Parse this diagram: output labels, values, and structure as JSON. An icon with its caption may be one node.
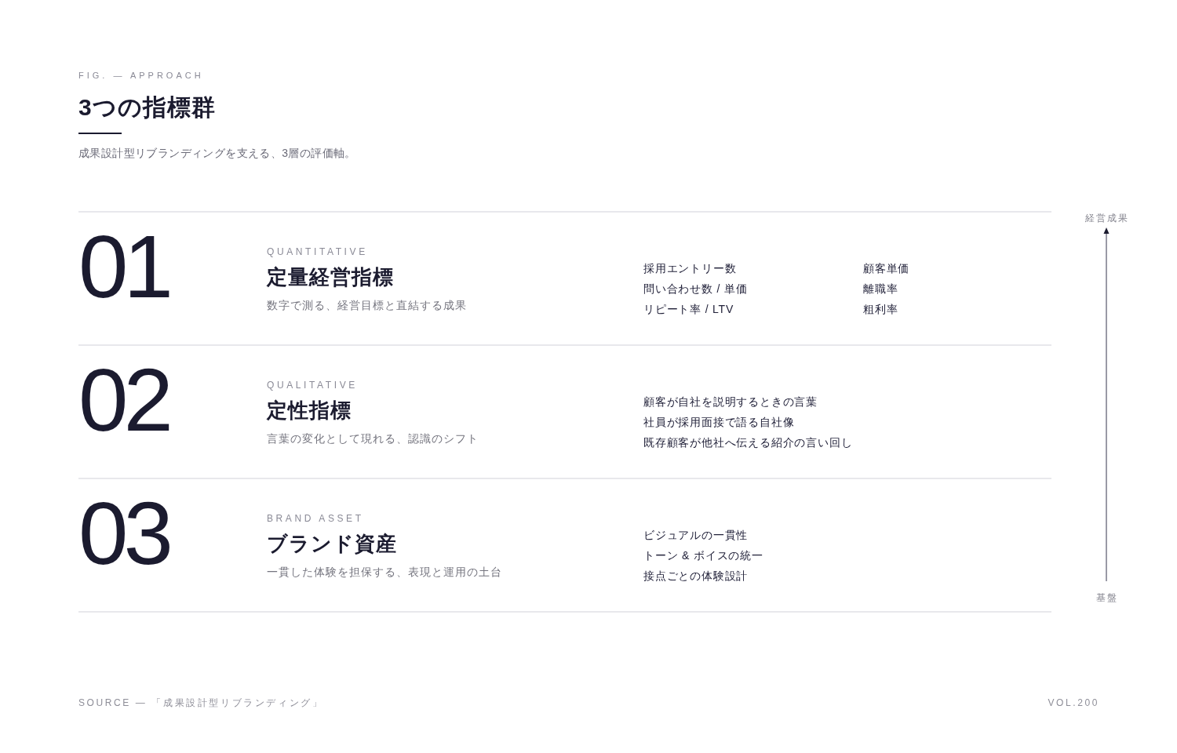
{
  "diagram": {
    "title": "3つの指標群",
    "nodes": [
      {
        "text": [
          "01",
          "QUANTITATIVE",
          "定量経営指標",
          "数字で測る、経営目標と直結する成果",
          "採用エントリー数",
          "顧客単価",
          "問い合わせ数 / 単価",
          "離職率",
          "リピート率 / LTV",
          "粗利率"
        ]
      },
      {
        "text": [
          "02",
          "QUALITATIVE",
          "定性指標",
          "言葉の変化として現れる、認識のシフト",
          "顧客が自社を説明するときの言葉",
          "社員が採用面接で語る自社像",
          "既存顧客が他社へ伝える紹介の言い回し"
        ]
      },
      {
        "text": [
          "03",
          "BRAND ASSET",
          "ブランド資産",
          "一貫した体験を担保する、表現と運用の土台",
          "ビジュアルの一貫性",
          "トーン & ボイスの統一",
          "接点ごとの体験設計"
        ]
      }
    ],
    "labels": [
      "FIG. — APPROACH",
      "成果設計型リブランディングを支える、3層の評価軸。",
      "経営成果",
      "基盤",
      "SOURCE — 「成果設計型リブランディング」",
      "VOL.200"
    ]
  }
}
